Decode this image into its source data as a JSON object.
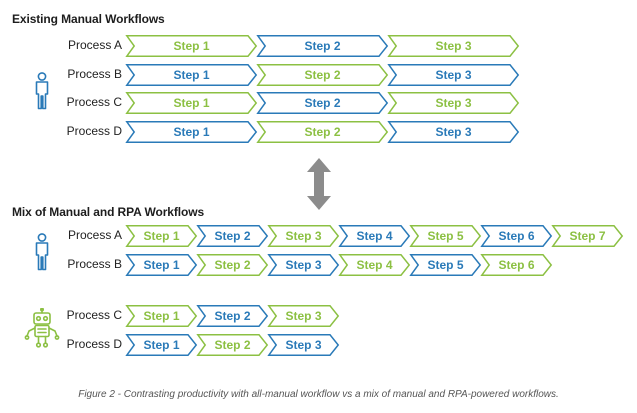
{
  "colors": {
    "green": "#8cc043",
    "blue": "#2a7ab8",
    "arrow": "#8c8c8c",
    "text": "#222222"
  },
  "icons": {
    "person": "person-icon",
    "robot": "robot-icon",
    "arrow": "double-arrow-icon"
  },
  "existing": {
    "title": "Existing Manual Workflows",
    "rows": [
      {
        "label": "Process A",
        "steps": [
          "Step 1",
          "Step 2",
          "Step 3"
        ],
        "colors": [
          "g",
          "b",
          "g"
        ]
      },
      {
        "label": "Process B",
        "steps": [
          "Step 1",
          "Step 2",
          "Step 3"
        ],
        "colors": [
          "b",
          "g",
          "b"
        ]
      },
      {
        "label": "Process C",
        "steps": [
          "Step 1",
          "Step 2",
          "Step 3"
        ],
        "colors": [
          "g",
          "b",
          "g"
        ]
      },
      {
        "label": "Process D",
        "steps": [
          "Step 1",
          "Step 2",
          "Step 3"
        ],
        "colors": [
          "b",
          "g",
          "b"
        ]
      }
    ]
  },
  "mix": {
    "title": "Mix of Manual and RPA Workflows",
    "rows": [
      {
        "label": "Process A",
        "steps": [
          "Step 1",
          "Step 2",
          "Step 3",
          "Step 4",
          "Step 5",
          "Step 6",
          "Step 7"
        ],
        "colors": [
          "g",
          "b",
          "g",
          "b",
          "g",
          "b",
          "g"
        ]
      },
      {
        "label": "Process B",
        "steps": [
          "Step 1",
          "Step 2",
          "Step 3",
          "Step 4",
          "Step 5",
          "Step 6"
        ],
        "colors": [
          "b",
          "g",
          "b",
          "g",
          "b",
          "g"
        ]
      },
      {
        "label": "Process C",
        "steps": [
          "Step 1",
          "Step 2",
          "Step 3"
        ],
        "colors": [
          "g",
          "b",
          "g"
        ]
      },
      {
        "label": "Process D",
        "steps": [
          "Step 1",
          "Step 2",
          "Step 3"
        ],
        "colors": [
          "b",
          "g",
          "b"
        ]
      }
    ]
  },
  "caption": "Figure 2 - Contrasting productivity with all-manual workflow vs a mix of manual and RPA-powered workflows."
}
